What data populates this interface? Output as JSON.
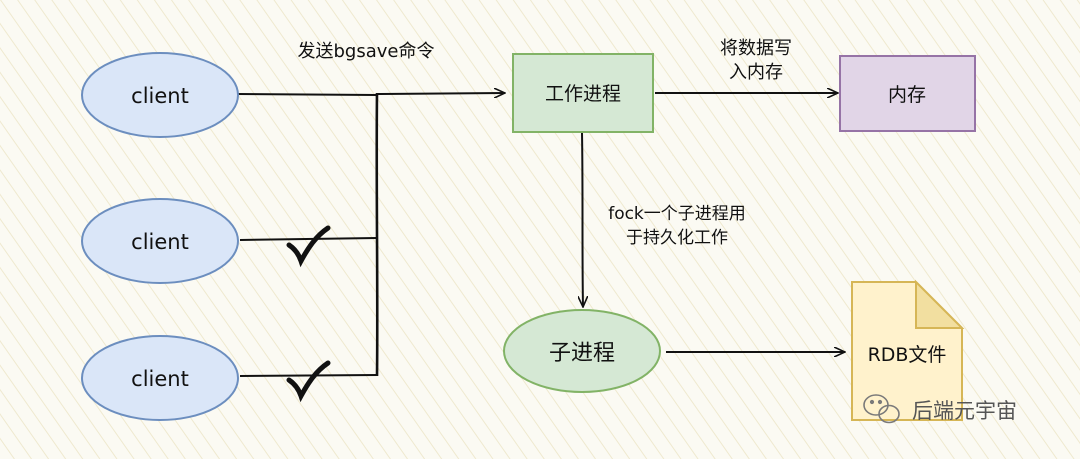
{
  "diagram": {
    "nodes": {
      "client1": "client",
      "client2": "client",
      "client3": "client",
      "worker": "工作进程",
      "memory": "内存",
      "child": "子进程",
      "rdb": "RDB文件"
    },
    "edges": {
      "bgsave": "发送bgsave命令",
      "write_mem_1": "将数据写",
      "write_mem_2": "入内存",
      "fork_1": "fock一个子进程用",
      "fork_2": "于持久化工作"
    },
    "watermark": "后端元宇宙",
    "colors": {
      "client_fill": "#dae6f8",
      "client_stroke": "#6c8ebf",
      "worker_fill": "#d5e8d4",
      "worker_stroke": "#82b366",
      "memory_fill": "#e1d5e7",
      "memory_stroke": "#9673a6",
      "rdb_fill": "#fff2cc",
      "rdb_stroke": "#d6b656"
    },
    "icons": [
      "check-icon",
      "wechat-icon"
    ]
  }
}
